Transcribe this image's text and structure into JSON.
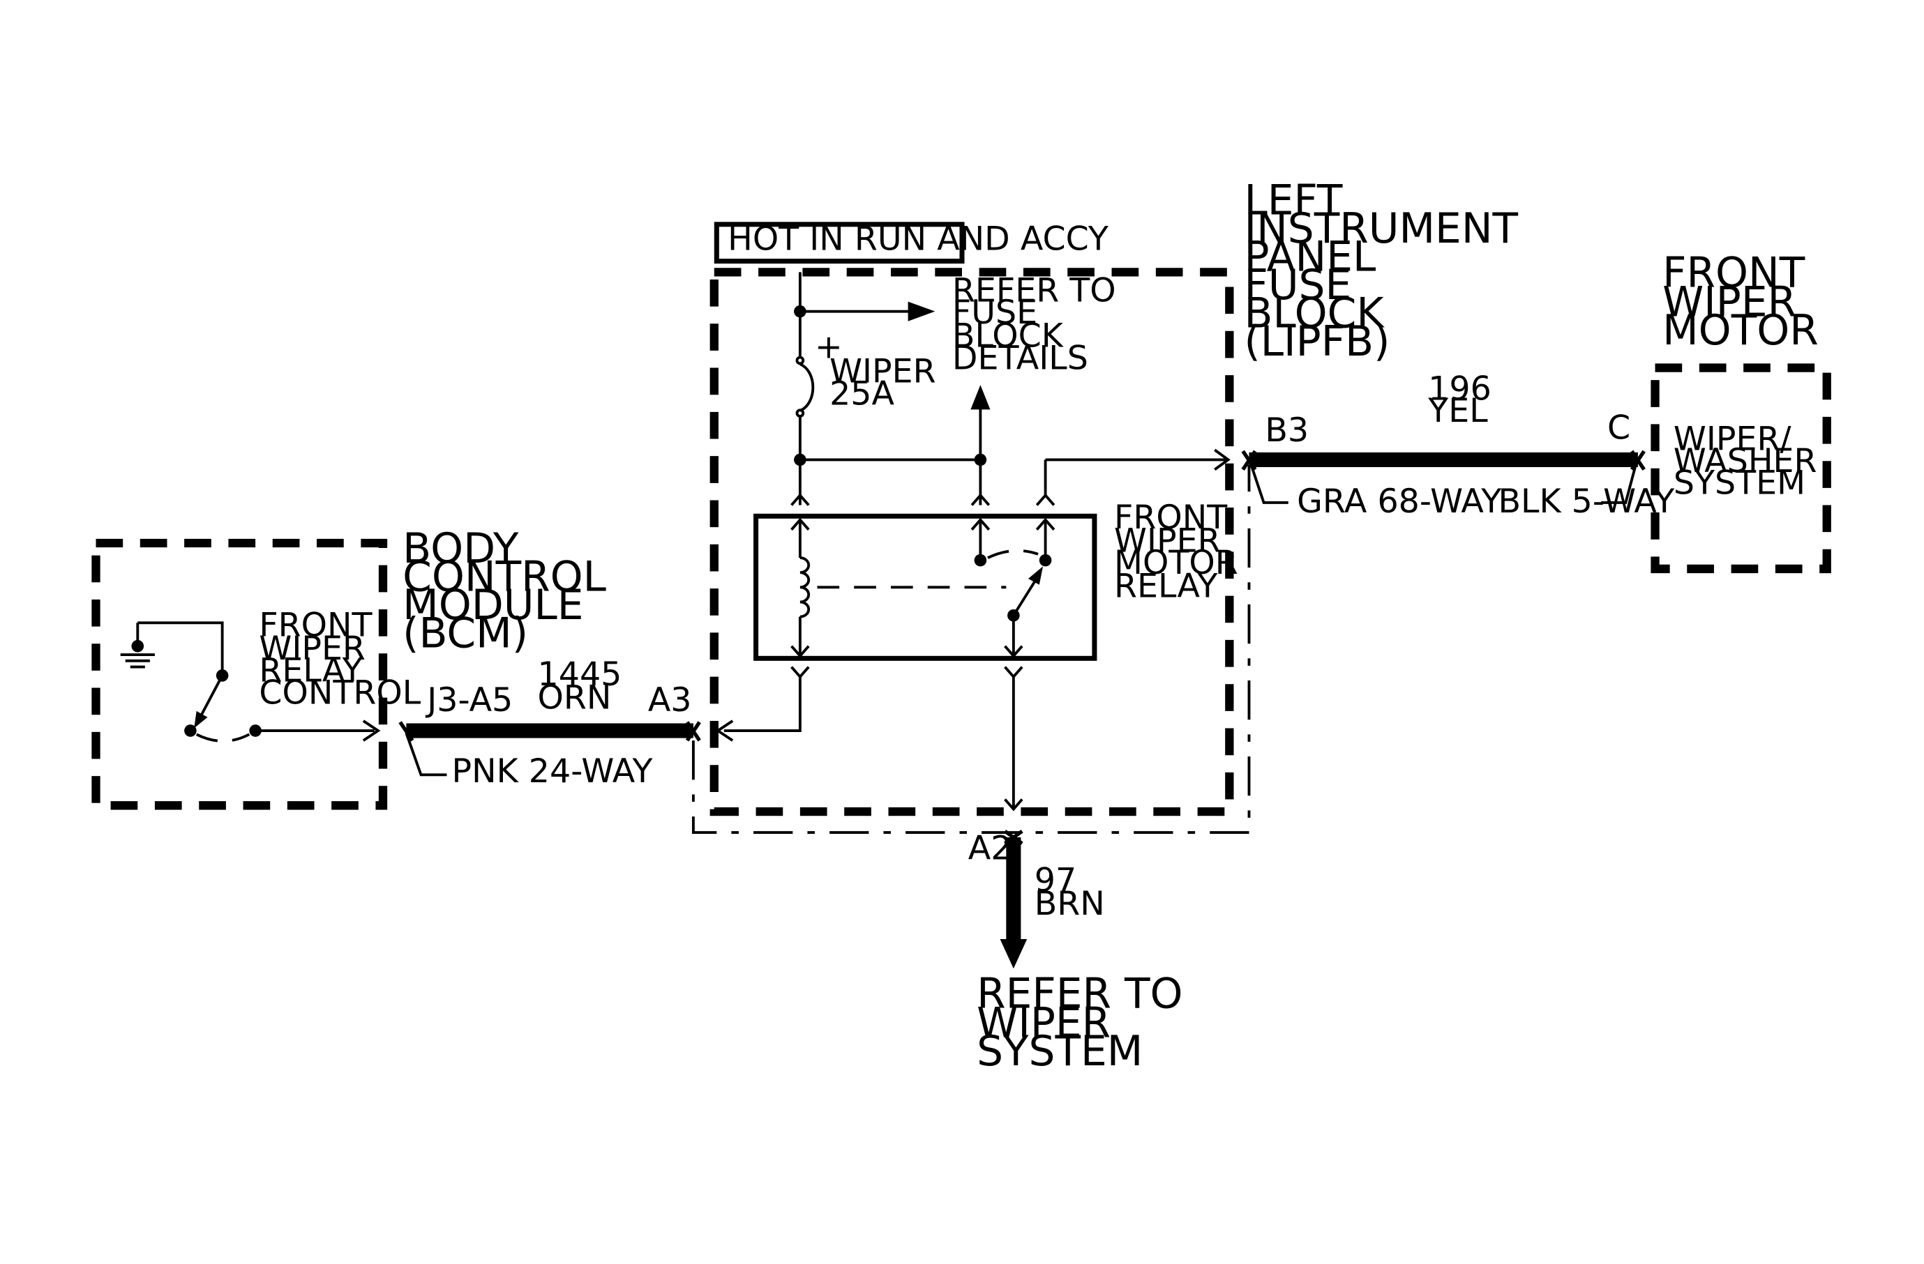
{
  "components": {
    "bcm": {
      "title": [
        "BODY",
        "CONTROL",
        "MODULE",
        "(BCM)"
      ],
      "control_label": [
        "FRONT",
        "WIPER",
        "RELAY",
        "CONTROL"
      ]
    },
    "fuse_block": {
      "title": [
        "LEFT",
        "INSTRUMENT",
        "PANEL",
        "FUSE",
        "BLOCK",
        "(LIPFB)"
      ],
      "hot_label": "HOT IN RUN AND ACCY"
    },
    "fuse": {
      "polarity": "+",
      "label": [
        "WIPER",
        "25A"
      ]
    },
    "relay": {
      "label": [
        "FRONT",
        "WIPER",
        "MOTOR",
        "RELAY"
      ]
    },
    "refer_fuse": [
      "REFER TO",
      "FUSE",
      "BLOCK",
      "DETAILS"
    ],
    "motor": {
      "title": [
        "FRONT",
        "WIPER",
        "MOTOR"
      ],
      "label": [
        "WIPER/",
        "WASHER",
        "SYSTEM"
      ]
    }
  },
  "circuits": {
    "c1445": {
      "number": "1445",
      "color": "ORN",
      "pin_left": "J3-A5",
      "pin_right": "A3",
      "connector": "PNK 24-WAY"
    },
    "c196": {
      "number": "196",
      "color": "YEL",
      "pin_left": "B3",
      "pin_right": "C",
      "connector_left": "GRA 68-WAY",
      "connector_right": "BLK 5-WAY"
    },
    "c97": {
      "number": "97",
      "color": "BRN",
      "pin": "A2",
      "refer": [
        "REFER TO",
        "WIPER",
        "SYSTEM"
      ]
    }
  }
}
